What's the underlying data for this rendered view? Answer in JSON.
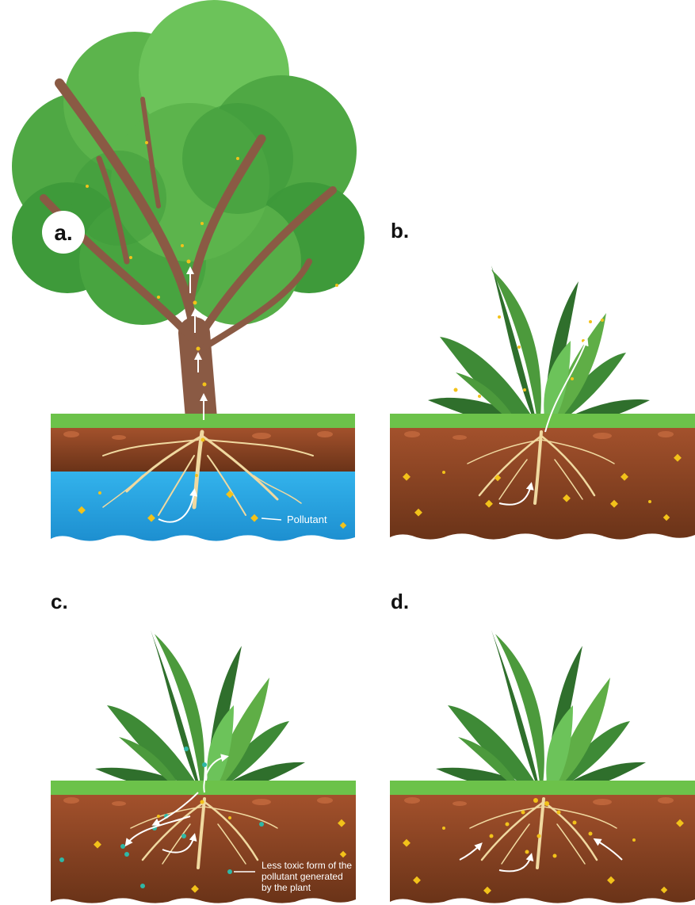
{
  "panels": {
    "a": {
      "label": "a."
    },
    "b": {
      "label": "b."
    },
    "c": {
      "label": "c."
    },
    "d": {
      "label": "d."
    }
  },
  "annotations": {
    "pollutant": "Pollutant",
    "less_toxic_line1": "Less toxic form of the",
    "less_toxic_line2": "pollutant generated",
    "less_toxic_line3": "by the plant"
  },
  "colors": {
    "foliage_dark": "#3e9a3a",
    "foliage_light": "#6cc35a",
    "leaf_dark": "#2f6f2c",
    "leaf_light": "#5fae46",
    "trunk": "#8a5a44",
    "grass": "#6cc24a",
    "soil_top": "#9c4f2d",
    "soil_bottom": "#6a3318",
    "water": "#27a6e0",
    "pollutant": "#f2c21a",
    "less_toxic": "#2fb8a6",
    "root": "#f0d9a0"
  }
}
